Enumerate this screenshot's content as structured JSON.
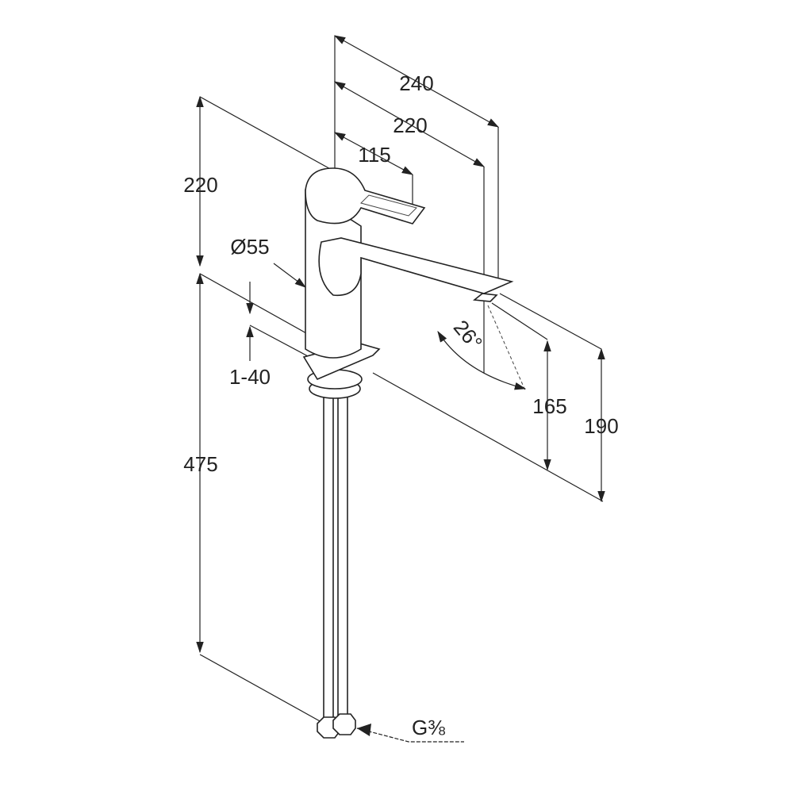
{
  "drawing": {
    "dimensions": {
      "total_length": "240",
      "spout_reach": "220",
      "lever_reach": "115",
      "upper_height": "220",
      "body_diameter": "Ø55",
      "counter_thickness": "1-40",
      "hose_length": "475",
      "spout_angle": "26°",
      "outlet_height": "165",
      "spout_height": "190",
      "connection_thread": "G⅜"
    }
  }
}
